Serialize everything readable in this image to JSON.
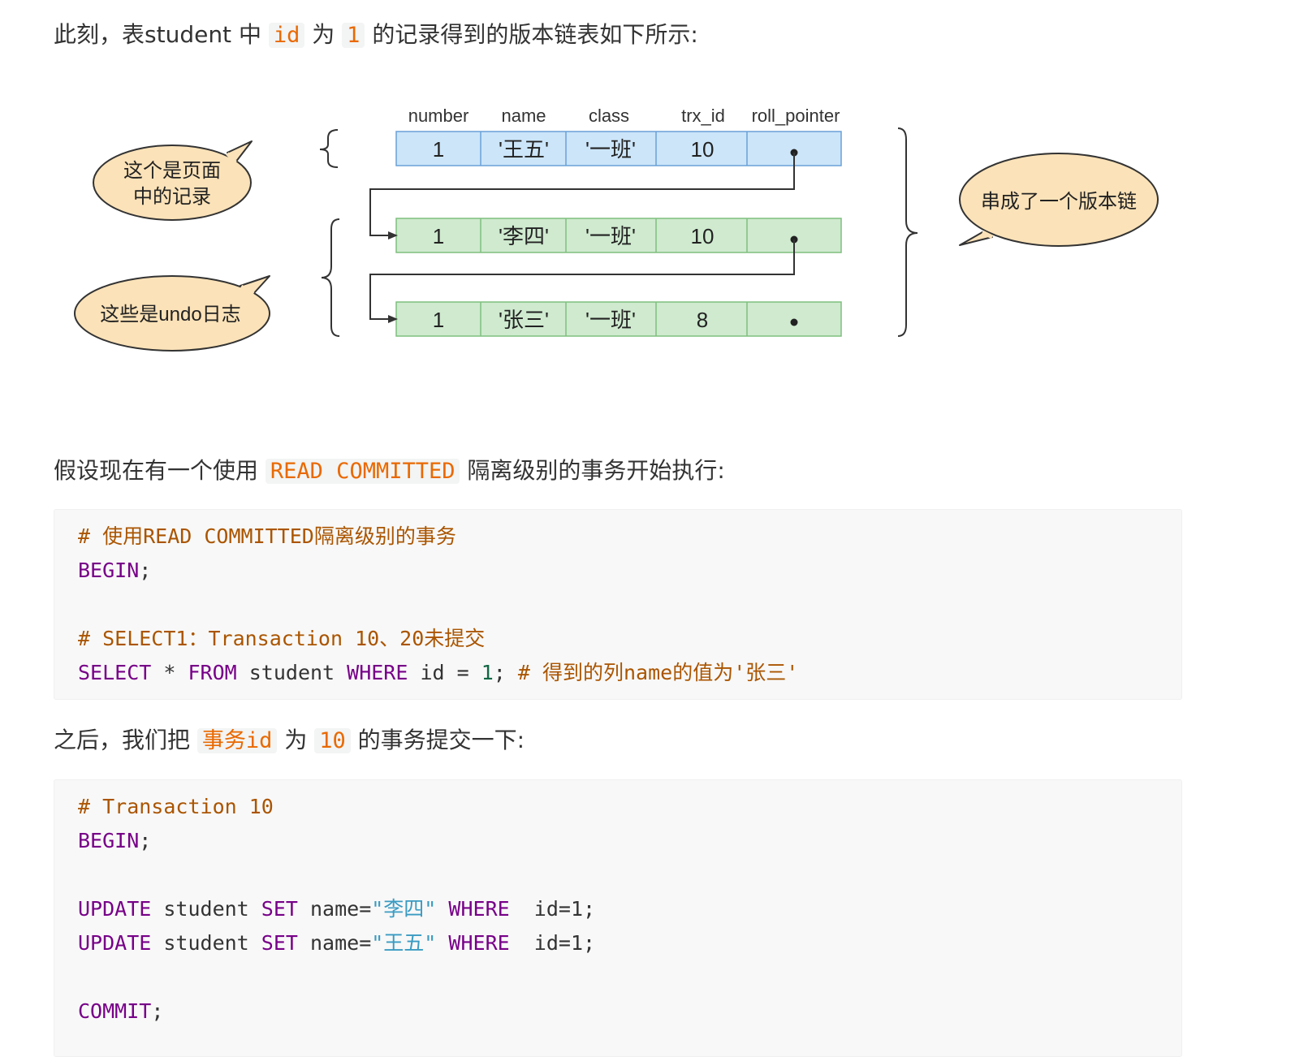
{
  "intro": {
    "prefix": "此刻，表student 中 ",
    "code1": "id",
    "mid": " 为 ",
    "code2": "1",
    "suffix": " 的记录得到的版本链表如下所示:"
  },
  "diagram": {
    "headers": [
      "number",
      "name",
      "class",
      "trx_id",
      "roll_pointer"
    ],
    "rows": [
      {
        "number": "1",
        "name": "'王五'",
        "class": "'一班'",
        "trx_id": "10"
      },
      {
        "number": "1",
        "name": "'李四'",
        "class": "'一班'",
        "trx_id": "10"
      },
      {
        "number": "1",
        "name": "'张三'",
        "class": "'一班'",
        "trx_id": "8"
      }
    ],
    "bubble_page_line1": "这个是页面",
    "bubble_page_line2": "中的记录",
    "bubble_undo": "这些是undo日志",
    "bubble_chain": "串成了一个版本链",
    "colors": {
      "current_row": "#cce5f9",
      "undo_row": "#cfeacf",
      "bubble": "#fbe2b8"
    }
  },
  "para2": {
    "prefix": "假设现在有一个使用 ",
    "code": "READ COMMITTED",
    "suffix": " 隔离级别的事务开始执行:"
  },
  "code1": {
    "comment1": "# 使用READ COMMITTED隔离级别的事务",
    "begin": "BEGIN",
    "semicolon": ";",
    "comment2": "# SELECT1：Transaction 10、20未提交",
    "select_kw": "SELECT",
    "star": " * ",
    "from_kw": "FROM",
    "table": " student ",
    "where_kw": "WHERE",
    "cond": " id = ",
    "val": "1",
    "end": "; ",
    "tail_comment": "# 得到的列name的值为'张三'"
  },
  "para3": {
    "prefix": "之后，我们把 ",
    "code1": "事务id",
    "mid": " 为 ",
    "code2": "10",
    "suffix": " 的事务提交一下:"
  },
  "code2": {
    "comment": "# Transaction 10",
    "begin": "BEGIN",
    "semicolon": ";",
    "update_kw": "UPDATE",
    "table": " student ",
    "set_kw": "SET",
    "assign": " name=",
    "str1": "\"李四\"",
    "str2": "\"王五\"",
    "where_kw": "WHERE",
    "cond": "  id=1;",
    "commit": "COMMIT",
    "commit_end": ";"
  }
}
